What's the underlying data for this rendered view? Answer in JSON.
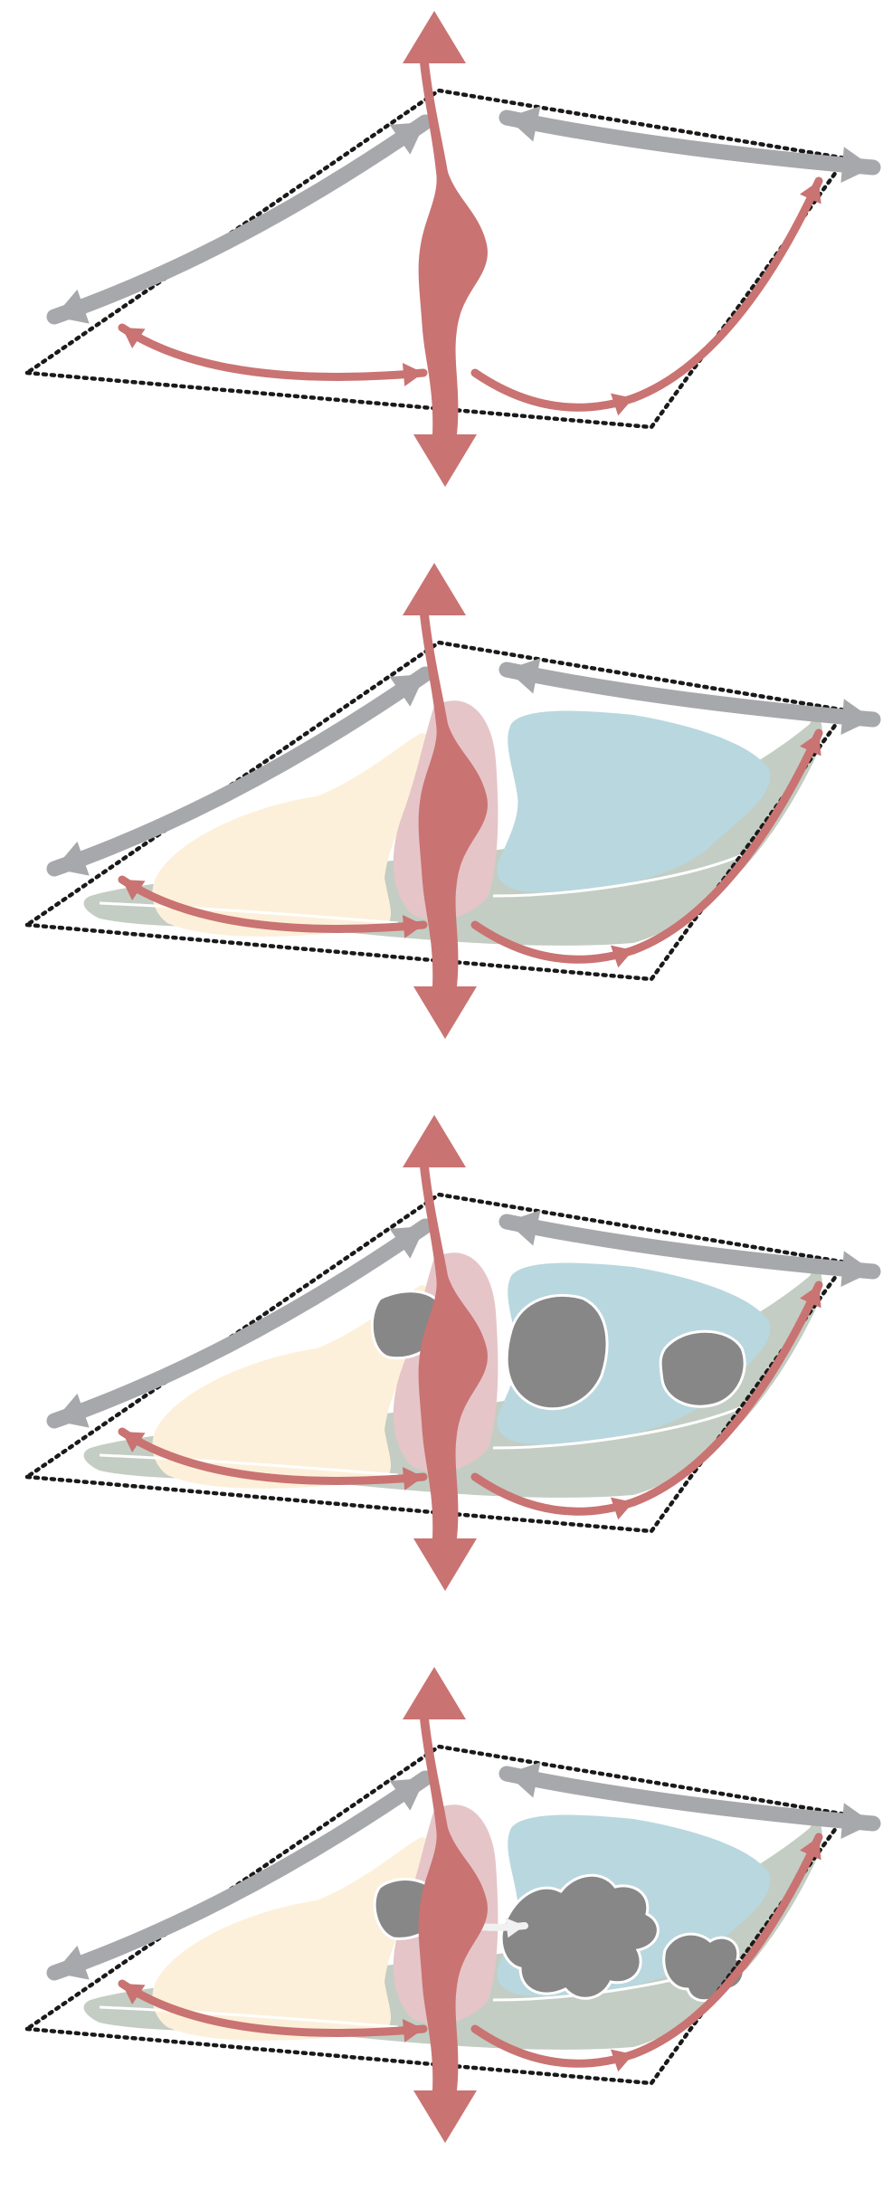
{
  "diagram": {
    "panel_count": 4,
    "stages": [
      "stage-1",
      "stage-2",
      "stage-3",
      "stage-4"
    ],
    "colors": {
      "background": "#ffffff",
      "dotted_outline": "#1a1a1a",
      "grey_arrow": "#a7a8ab",
      "red_arrow": "#c97372",
      "red_corridor": "#c97372",
      "pink_halo": "#e5c5c8",
      "peach_zone": "#fdf0da",
      "blue_zone": "#b9d7de",
      "green_zone": "#c3cdc3",
      "dark_blob": "#878787",
      "exchange_arrow": "#f1f1f1"
    },
    "icons": [
      "double-headed-arrow-icon",
      "dotted-parallelogram-icon"
    ]
  }
}
